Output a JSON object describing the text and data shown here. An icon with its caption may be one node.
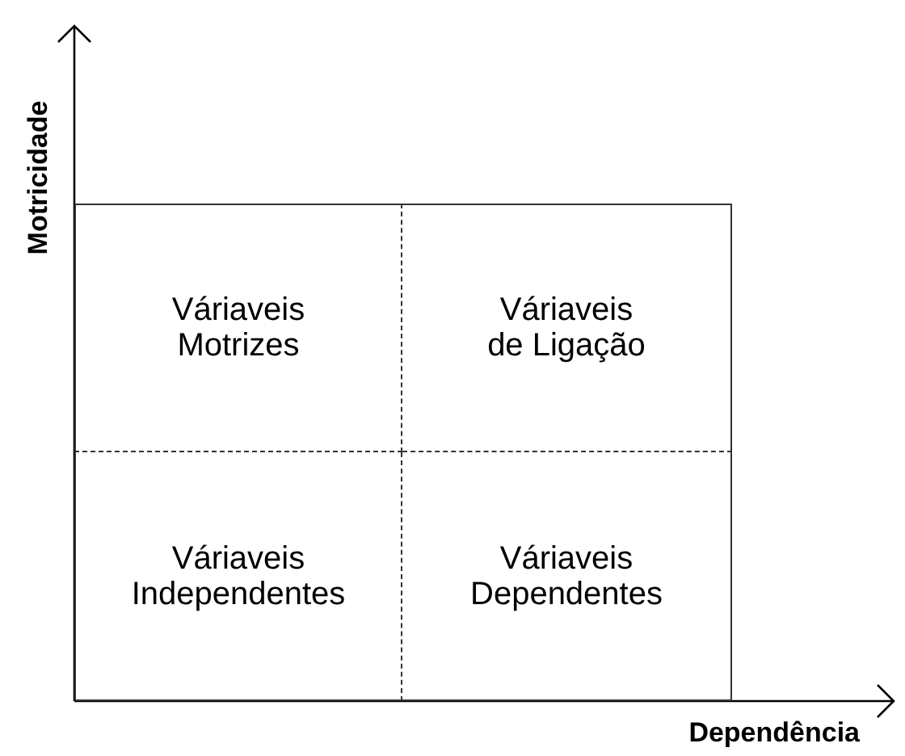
{
  "diagram": {
    "nodes": [
      {
        "text": [
          "Váriaveis Motrizes"
        ]
      },
      {
        "text": [
          "Váriaveis de Ligação"
        ]
      },
      {
        "text": [
          "Váriaveis Independentes"
        ]
      },
      {
        "text": [
          "Váriaveis Dependentes"
        ]
      }
    ],
    "labels": [
      "Motricidade",
      "Dependência"
    ]
  }
}
